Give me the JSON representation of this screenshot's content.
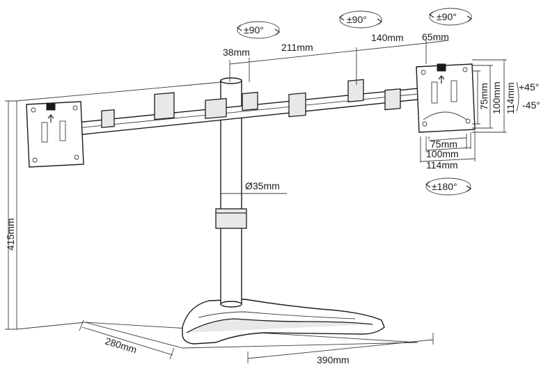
{
  "rotations": {
    "left_arm": "±90°",
    "mid_arm": "±90°",
    "right_arm": "±90°",
    "head": "±180°"
  },
  "tilt": {
    "up": "+45°",
    "down": "-45°"
  },
  "dimensions": {
    "pole_offset": "38mm",
    "arm_length": "211mm",
    "arm_segment": "140mm",
    "head_offset": "65mm",
    "pole_diameter": "Ø35mm",
    "height": "415mm",
    "base_depth": "280mm",
    "base_width": "390mm",
    "vesa_75_h": "75mm",
    "vesa_100_h": "100mm",
    "vesa_114_h": "114mm",
    "vesa_75_v": "75mm",
    "vesa_100_v": "100mm",
    "vesa_114_v": "114mm"
  },
  "colors": {
    "ink": "#1a1a1a",
    "background": "#ffffff"
  }
}
